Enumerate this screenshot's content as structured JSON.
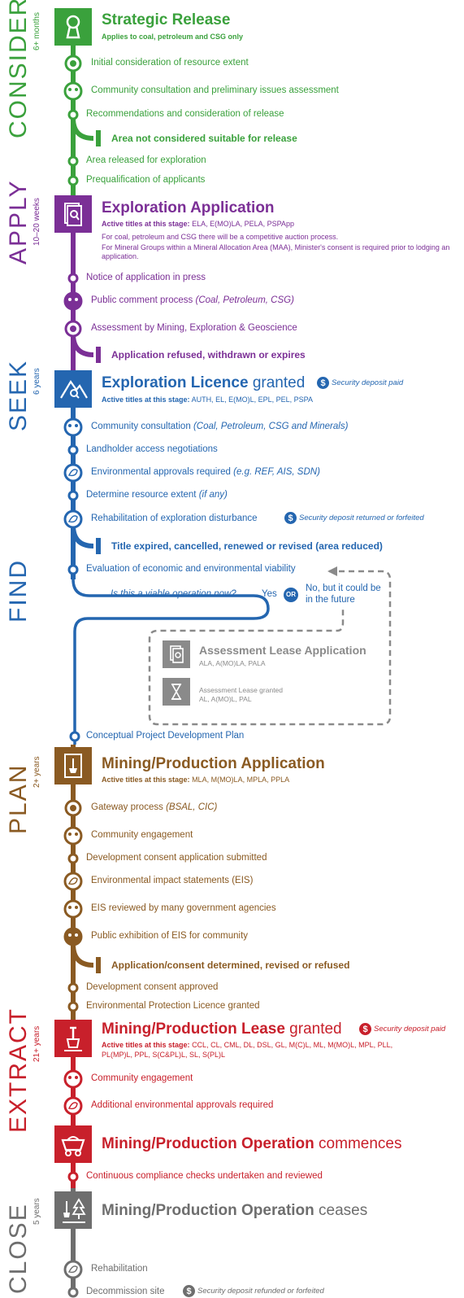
{
  "colors": {
    "consider": "#3aa13c",
    "apply": "#7b2f96",
    "seek": "#2466b0",
    "find": "#2466b0",
    "plan": "#8a5a22",
    "extract": "#c8202b",
    "close": "#6e6e6e",
    "grey": "#8a8a8a"
  },
  "stages": {
    "consider": {
      "label": "CONSIDER",
      "duration": "6+ months"
    },
    "apply": {
      "label": "APPLY",
      "duration": "10–20 weeks"
    },
    "seek": {
      "label": "SEEK",
      "duration": "6 years"
    },
    "find": {
      "label": "FIND"
    },
    "plan": {
      "label": "PLAN",
      "duration": "2+ years"
    },
    "extract": {
      "label": "EXTRACT",
      "duration": "21+ years"
    },
    "close": {
      "label": "CLOSE",
      "duration": "5 years"
    }
  },
  "consider": {
    "title": "Strategic Release",
    "subtitle": "Applies to coal, petroleum and CSG only",
    "items": {
      "i1": "Initial consideration of resource extent",
      "i2": "Community consultation and preliminary issues assessment",
      "i3": "Recommendations and consideration of release",
      "exit": "Area not considered suitable for release",
      "i4": "Area released for exploration",
      "i5": "Prequalification of applicants"
    }
  },
  "apply": {
    "title": "Exploration Application",
    "active_label": "Active titles at this stage:",
    "active_titles": "ELA, E(MO)LA, PELA, PSPApp",
    "note1": "For coal, petroleum and CSG there will be a competitive auction process.",
    "note2": "For Mineral Groups within a Mineral Allocation Area (MAA), Minister's consent is required prior to lodging an application.",
    "items": {
      "i1": "Notice of application in press",
      "i2": "Public comment process",
      "i2_note": "(Coal, Petroleum, CSG)",
      "i3": "Assessment by Mining, Exploration & Geoscience",
      "exit": "Application refused, withdrawn or expires"
    }
  },
  "seek": {
    "title_bold": "Exploration Licence",
    "title_light": " granted",
    "deposit": "Security deposit paid",
    "active_label": "Active titles at this stage:",
    "active_titles": "AUTH, EL, E(MO)L, EPL, PEL, PSPA",
    "items": {
      "i1": "Community consultation",
      "i1_note": "(Coal, Petroleum, CSG and Minerals)",
      "i2": "Landholder access negotiations",
      "i3": "Environmental approvals required",
      "i3_note": "(e.g. REF, AIS, SDN)",
      "i4": "Determine resource extent",
      "i4_note": "(if any)",
      "i5": "Rehabilitation of exploration disturbance",
      "i5_deposit": "Security deposit returned or forfeited",
      "exit": "Title expired, cancelled, renewed or revised (area reduced)"
    }
  },
  "find": {
    "item1": "Evaluation of economic and environmental viability",
    "question": "Is this a viable operation now?",
    "yes": "Yes",
    "or": "OR",
    "no": "No, but it could be in the future",
    "assess_app_title": "Assessment Lease Application",
    "assess_app_titles": "ALA, A(MO)LA, PALA",
    "assess_granted": "Assessment Lease granted",
    "assess_granted_titles": "AL, A(MO)L, PAL"
  },
  "plan": {
    "pre": "Conceptual Project Development Plan",
    "title": "Mining/Production Application",
    "active_label": "Active titles at this stage:",
    "active_titles": "MLA, M(MO)LA, MPLA, PPLA",
    "items": {
      "i1": "Gateway process",
      "i1_note": "(BSAL, CIC)",
      "i2": "Community engagement",
      "i3": "Development consent application submitted",
      "i4": "Environmental impact statements (EIS)",
      "i5": "EIS reviewed by many government agencies",
      "i6": "Public exhibition of EIS for community",
      "exit": "Application/consent determined, revised or refused",
      "i7": "Development consent approved",
      "i8": "Environmental Protection Licence granted"
    }
  },
  "extract": {
    "title_bold": "Mining/Production Lease",
    "title_light": " granted",
    "deposit": "Security deposit paid",
    "active_label": "Active titles at this stage:",
    "active_titles_1": "CCL, CL, CML, DL, DSL, GL, M(C)L, ML, M(MO)L, MPL, PLL,",
    "active_titles_2": "PL(MP)L, PPL, S(C&PL)L, SL, S(PL)L",
    "items": {
      "i1": "Community engagement",
      "i2": "Additional environmental approvals required"
    },
    "op_bold": "Mining/Production Operation",
    "op_light": " commences",
    "op_item": "Continuous compliance checks undertaken and reviewed"
  },
  "close": {
    "title_bold": "Mining/Production Operation",
    "title_light": " ceases",
    "items": {
      "i1": "Rehabilitation",
      "i2": "Decommission site",
      "i2_deposit": "Security deposit refunded or forfeited"
    }
  },
  "dollar_symbol": "$"
}
